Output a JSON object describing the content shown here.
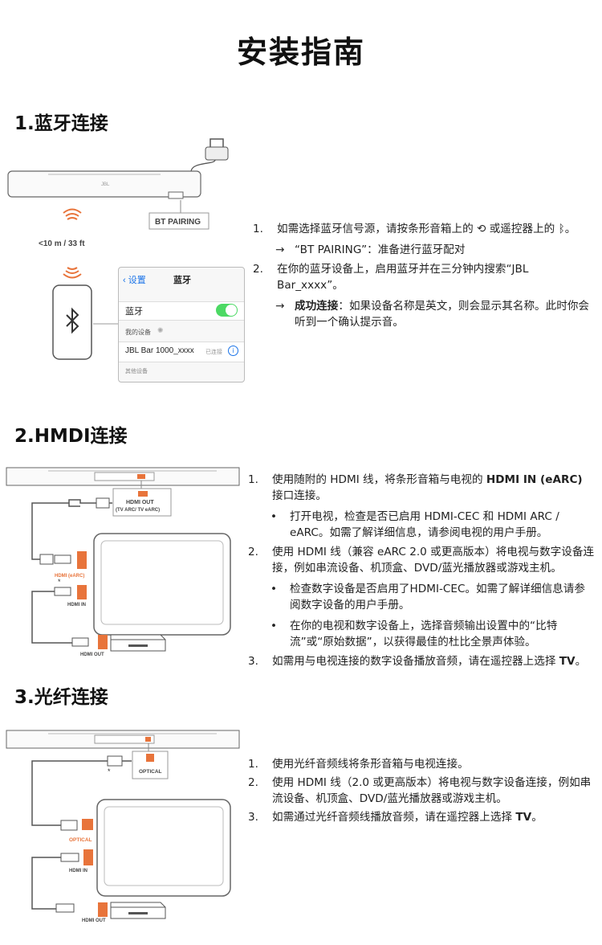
{
  "page_title": "安装指南",
  "bt": {
    "heading": "1.蓝牙连接",
    "label_pairing": "BT PAIRING",
    "label_distance": "<10 m / 33 ft",
    "phone": {
      "back": "设置",
      "title": "蓝牙",
      "toggle_label": "蓝牙",
      "my_devices": "我的设备",
      "device_name": "JBL Bar 1000_xxxx",
      "device_status": "已连接",
      "other_devices": "其他设备"
    },
    "steps": [
      {
        "num": "1.",
        "text": "如需选择蓝牙信号源，请按条形音箱上的 ⟲ 或遥控器上的 ᛒ。"
      },
      {
        "num": "2.",
        "text": "在你的蓝牙设备上，启用蓝牙并在三分钟内搜索“JBL Bar_xxxx”。"
      }
    ],
    "sub1_mark": "→",
    "sub1_text": "“BT PAIRING”：准备进行蓝牙配对",
    "sub2_mark": "→",
    "sub2_bold": "成功连接",
    "sub2_text": "：如果设备名称是英文，则会显示其名称。此时你会听到一个确认提示音。"
  },
  "hdmi": {
    "heading": "2.HMDI连接",
    "labels": {
      "hdmi_out": "HDMI OUT",
      "hdmi_out_sub": "(TV ARC/ TV eARC)",
      "hdmi_earc": "HDMI (eARC)",
      "hdmi_in": "HDMI IN",
      "hdmi_out2": "HDMI OUT",
      "asterisk": "*"
    },
    "step1_num": "1.",
    "step1_a": "使用随附的 HDMI 线，将条形音箱与电视的 ",
    "step1_bold": "HDMI IN (eARC)",
    "step1_b": " 接口连接。",
    "bullet1": "打开电视，检查是否已启用 HDMI-CEC 和 HDMI ARC / eARC。如需了解详细信息，请参阅电视的用户手册。",
    "step2_num": "2.",
    "step2": "使用 HDMI 线（兼容 eARC 2.0 或更高版本）将电视与数字设备连接，例如串流设备、机顶盒、DVD/蓝光播放器或游戏主机。",
    "bullet2": "检查数字设备是否启用了HDMI-CEC。如需了解详细信息请参阅数字设备的用户手册。",
    "bullet3": "在你的电视和数字设备上，选择音频输出设置中的“比特流”或“原始数据”，以获得最佳的杜比全景声体验。",
    "step3_num": "3.",
    "step3_a": "如需用与电视连接的数字设备播放音频，请在遥控器上选择 ",
    "step3_bold": "TV",
    "step3_b": "。",
    "bullet_mark": "•"
  },
  "optical": {
    "heading": "3.光纤连接",
    "labels": {
      "optical_top": "OPTICAL",
      "optical_tv": "OPTICAL",
      "hdmi_in": "HDMI IN",
      "hdmi_out": "HDMI OUT",
      "asterisk": "*"
    },
    "step1_num": "1.",
    "step1": "使用光纤音频线将条形音箱与电视连接。",
    "step2_num": "2.",
    "step2": "使用 HDMI 线（2.0 或更高版本）将电视与数字设备连接，例如串流设备、机顶盒、DVD/蓝光播放器或游戏主机。",
    "step3_num": "3.",
    "step3_a": "如需通过光纤音频线播放音频，请在遥控器上选择 ",
    "step3_bold": "TV",
    "step3_b": "。"
  },
  "colors": {
    "accent": "#e8743b",
    "bt_green": "#4cd964",
    "ios_blue": "#1a73e8"
  }
}
